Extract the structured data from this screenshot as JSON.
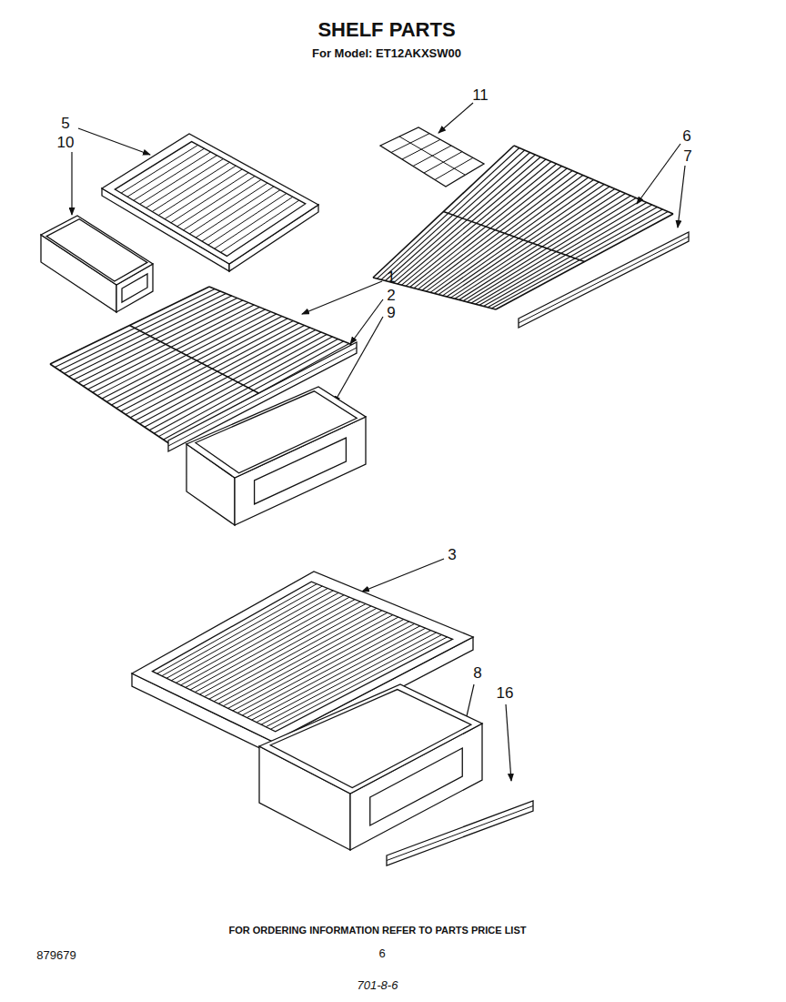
{
  "diagram": {
    "title": "SHELF PARTS",
    "labels": [
      "For Model: ET12AKXSW00",
      "11",
      "5",
      "6",
      "10",
      "7",
      "1",
      "2",
      "9",
      "3",
      "8",
      "16",
      "FOR ORDERING INFORMATION REFER TO PARTS PRICE LIST",
      "879679",
      "6",
      "701-8-6"
    ]
  }
}
